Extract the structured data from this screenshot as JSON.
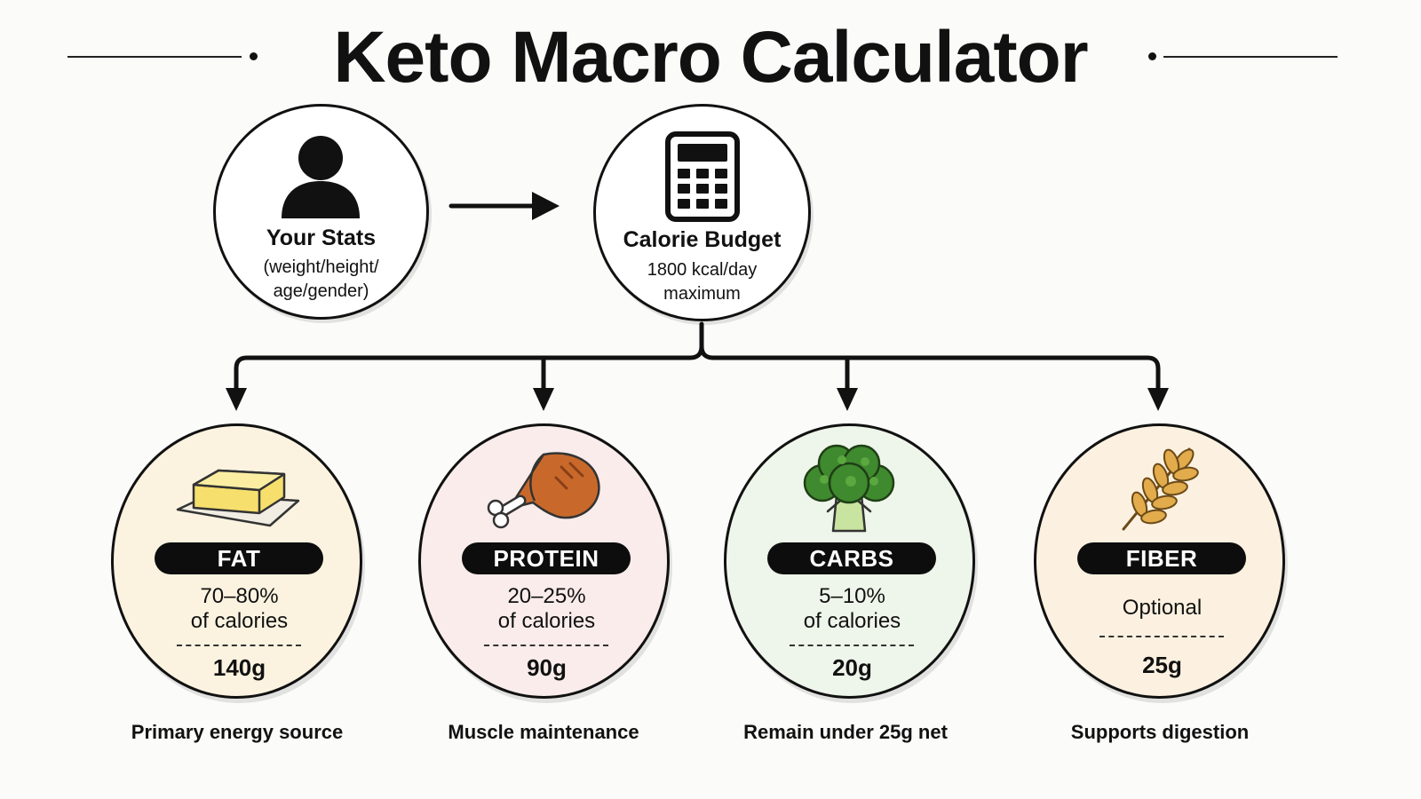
{
  "title": "Keto Macro Calculator",
  "stats": {
    "icon": "person-icon",
    "title": "Your Stats",
    "sub_line1": "(weight/height/",
    "sub_line2": "age/gender)"
  },
  "budget": {
    "icon": "calculator-icon",
    "title": "Calorie Budget",
    "sub_line1": "1800 kcal/day",
    "sub_line2": "maximum"
  },
  "macros": [
    {
      "icon": "butter-icon",
      "label": "FAT",
      "pct_line1": "70–80%",
      "pct_line2": "of calories",
      "grams": "140g",
      "note": "Primary energy source",
      "bg": "#fbf3e0"
    },
    {
      "icon": "chicken-leg-icon",
      "label": "PROTEIN",
      "pct_line1": "20–25%",
      "pct_line2": "of calories",
      "grams": "90g",
      "note": "Muscle maintenance",
      "bg": "#f9ecea"
    },
    {
      "icon": "broccoli-icon",
      "label": "CARBS",
      "pct_line1": "5–10%",
      "pct_line2": "of calories",
      "grams": "20g",
      "note": "Remain under 25g net",
      "bg": "#eef5ea"
    },
    {
      "icon": "wheat-icon",
      "label": "FIBER",
      "pct_line1": "Optional",
      "grams": "25g",
      "note": "Supports digestion",
      "bg": "#fcf1e0"
    }
  ]
}
